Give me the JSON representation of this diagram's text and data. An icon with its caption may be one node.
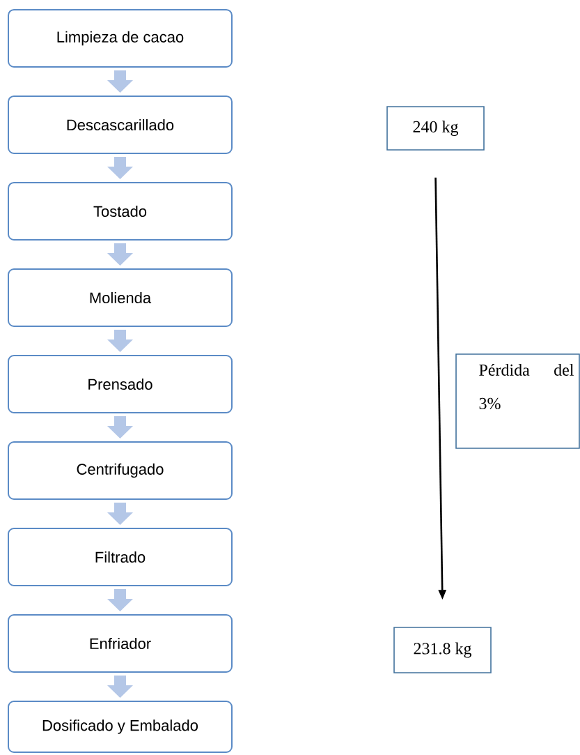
{
  "diagram": {
    "nodes": [
      {
        "text": [
          "Limpieza de cacao"
        ]
      },
      {
        "text": [
          "Descascarillado"
        ]
      },
      {
        "text": [
          "Tostado"
        ]
      },
      {
        "text": [
          "Molienda"
        ]
      },
      {
        "text": [
          "Prensado"
        ]
      },
      {
        "text": [
          "Centrifugado"
        ]
      },
      {
        "text": [
          "Filtrado"
        ]
      },
      {
        "text": [
          "Enfriador"
        ]
      },
      {
        "text": [
          "Dosificado y Embalado"
        ]
      },
      {
        "text": [
          "240 kg"
        ]
      },
      {
        "text": [
          "Pérdida del 3%"
        ]
      },
      {
        "text": [
          "231.8 kg"
        ]
      }
    ],
    "edges": [
      {
        "from": 0,
        "to": 1,
        "arrow": "to"
      },
      {
        "from": 1,
        "to": 2,
        "arrow": "to"
      },
      {
        "from": 2,
        "to": 3,
        "arrow": "to"
      },
      {
        "from": 3,
        "to": 4,
        "arrow": "to"
      },
      {
        "from": 4,
        "to": 5,
        "arrow": "to"
      },
      {
        "from": 5,
        "to": 6,
        "arrow": "to"
      },
      {
        "from": 6,
        "to": 7,
        "arrow": "to"
      },
      {
        "from": 7,
        "to": 8,
        "arrow": "to"
      },
      {
        "from": 9,
        "to": 11,
        "arrow": "to",
        "color": "#000000"
      }
    ]
  }
}
